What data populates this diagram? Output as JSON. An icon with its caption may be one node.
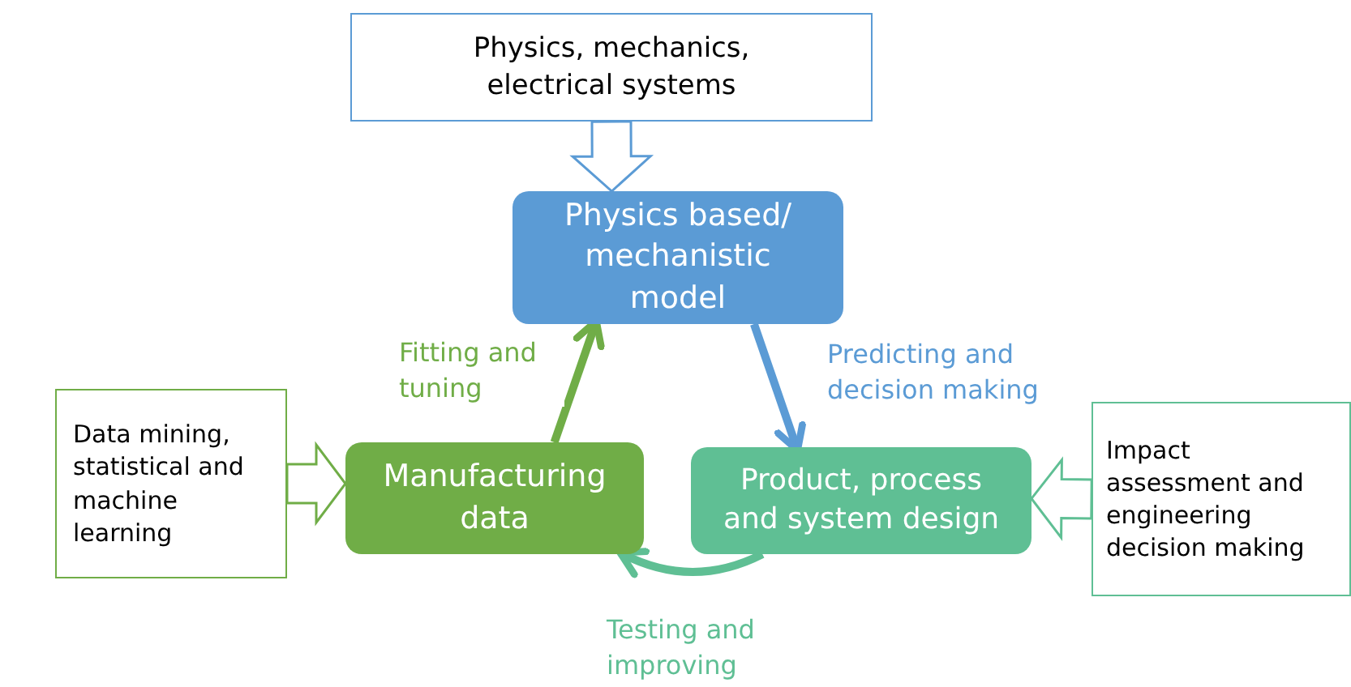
{
  "diagram": {
    "nodes": [
      {
        "text": [
          "Physics, mechanics, electrical systems"
        ]
      },
      {
        "text": [
          "Physics based/ mechanistic model"
        ]
      },
      {
        "text": [
          "Data mining, statistical and machine learning"
        ]
      },
      {
        "text": [
          "Manufacturing data"
        ]
      },
      {
        "text": [
          "Product, process and system design"
        ]
      },
      {
        "text": [
          "Impact assessment and engineering decision making"
        ]
      }
    ],
    "edges": [
      {
        "from": 0,
        "to": 1,
        "arrow": "to",
        "style": "thick",
        "color": "#5b9bd5"
      },
      {
        "from": 3,
        "to": 1,
        "arrow": "to",
        "label": "Fitting and tuning",
        "color": "#70ad47"
      },
      {
        "from": 1,
        "to": 4,
        "arrow": "to",
        "label": "Predicting and decision making",
        "color": "#5b9bd5"
      },
      {
        "from": 4,
        "to": 3,
        "arrow": "to",
        "label": "Testing and improving",
        "color": "#5fbf94"
      },
      {
        "from": 2,
        "to": 3,
        "arrow": "to",
        "style": "thick",
        "color": "#70ad47"
      },
      {
        "from": 5,
        "to": 4,
        "arrow": "to",
        "style": "thick",
        "color": "#5fbf94"
      }
    ]
  }
}
